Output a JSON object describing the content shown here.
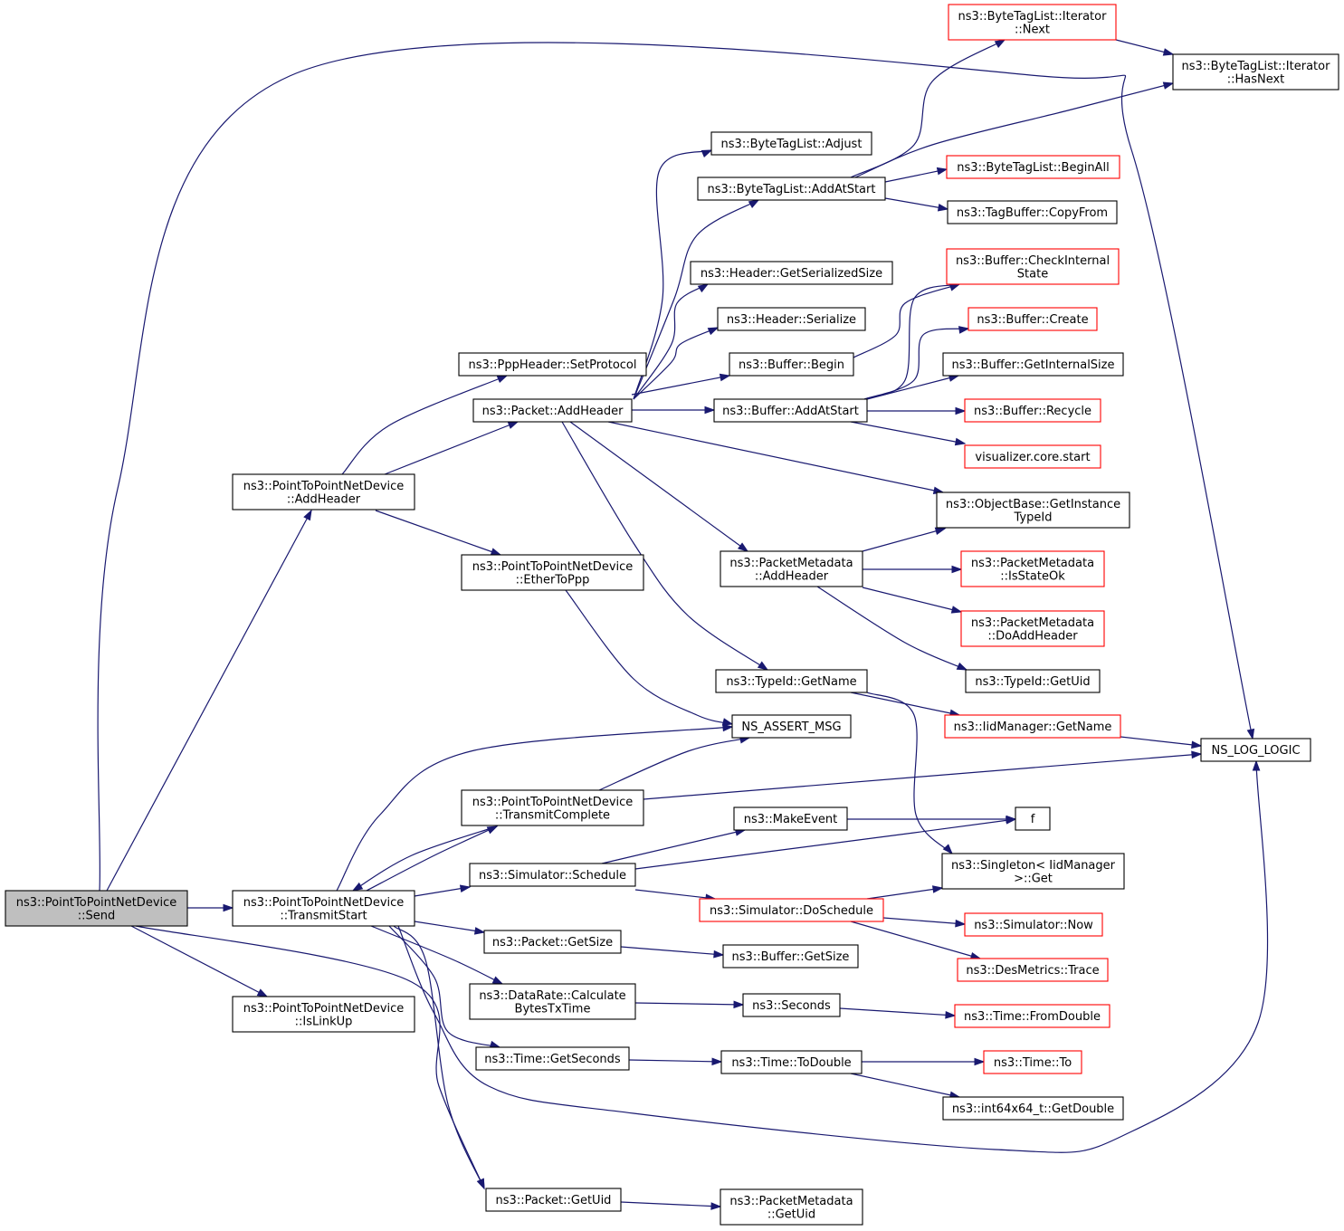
{
  "colors": {
    "edge": "#191970",
    "border_normal": "#000000",
    "border_truncated": "#ff0000",
    "root_fill": "#bfbfbf",
    "node_fill": "#ffffff"
  },
  "nodes": [
    {
      "id": "send",
      "lines": [
        "ns3::PointToPointNetDevice",
        "::Send"
      ],
      "style": "root"
    },
    {
      "id": "p2p_addheader",
      "lines": [
        "ns3::PointToPointNetDevice",
        "::AddHeader"
      ],
      "style": "normal"
    },
    {
      "id": "transmitstart",
      "lines": [
        "ns3::PointToPointNetDevice",
        "::TransmitStart"
      ],
      "style": "normal"
    },
    {
      "id": "islinkup",
      "lines": [
        "ns3::PointToPointNetDevice",
        "::IsLinkUp"
      ],
      "style": "normal"
    },
    {
      "id": "setprotocol",
      "lines": [
        "ns3::PppHeader::SetProtocol"
      ],
      "style": "normal"
    },
    {
      "id": "packet_addheader",
      "lines": [
        "ns3::Packet::AddHeader"
      ],
      "style": "normal"
    },
    {
      "id": "ethertoppp",
      "lines": [
        "ns3::PointToPointNetDevice",
        "::EtherToPpp"
      ],
      "style": "normal"
    },
    {
      "id": "transmitcomplete",
      "lines": [
        "ns3::PointToPointNetDevice",
        "::TransmitComplete"
      ],
      "style": "normal"
    },
    {
      "id": "sim_schedule",
      "lines": [
        "ns3::Simulator::Schedule"
      ],
      "style": "normal"
    },
    {
      "id": "packet_getsize",
      "lines": [
        "ns3::Packet::GetSize"
      ],
      "style": "normal"
    },
    {
      "id": "calcbytes",
      "lines": [
        "ns3::DataRate::Calculate",
        "BytesTxTime"
      ],
      "style": "normal"
    },
    {
      "id": "time_getseconds",
      "lines": [
        "ns3::Time::GetSeconds"
      ],
      "style": "normal"
    },
    {
      "id": "packet_getuid",
      "lines": [
        "ns3::Packet::GetUid"
      ],
      "style": "normal"
    },
    {
      "id": "btl_adjust",
      "lines": [
        "ns3::ByteTagList::Adjust"
      ],
      "style": "normal"
    },
    {
      "id": "btl_addatstart",
      "lines": [
        "ns3::ByteTagList::AddAtStart"
      ],
      "style": "normal"
    },
    {
      "id": "hdr_getserializedsize",
      "lines": [
        "ns3::Header::GetSerializedSize"
      ],
      "style": "normal"
    },
    {
      "id": "hdr_serialize",
      "lines": [
        "ns3::Header::Serialize"
      ],
      "style": "normal"
    },
    {
      "id": "buf_begin",
      "lines": [
        "ns3::Buffer::Begin"
      ],
      "style": "normal"
    },
    {
      "id": "buf_addatstart",
      "lines": [
        "ns3::Buffer::AddAtStart"
      ],
      "style": "normal"
    },
    {
      "id": "pm_addheader",
      "lines": [
        "ns3::PacketMetadata",
        "::AddHeader"
      ],
      "style": "normal"
    },
    {
      "id": "typeid_getname",
      "lines": [
        "ns3::TypeId::GetName"
      ],
      "style": "normal"
    },
    {
      "id": "ns_assert_msg",
      "lines": [
        "NS_ASSERT_MSG"
      ],
      "style": "normal"
    },
    {
      "id": "makeevent",
      "lines": [
        "ns3::MakeEvent"
      ],
      "style": "normal"
    },
    {
      "id": "sim_doschedule",
      "lines": [
        "ns3::Simulator::DoSchedule"
      ],
      "style": "truncated"
    },
    {
      "id": "buf_getsize",
      "lines": [
        "ns3::Buffer::GetSize"
      ],
      "style": "normal"
    },
    {
      "id": "seconds",
      "lines": [
        "ns3::Seconds"
      ],
      "style": "normal"
    },
    {
      "id": "time_todouble",
      "lines": [
        "ns3::Time::ToDouble"
      ],
      "style": "normal"
    },
    {
      "id": "pm_getuid",
      "lines": [
        "ns3::PacketMetadata",
        "::GetUid"
      ],
      "style": "normal"
    },
    {
      "id": "btl_it_next",
      "lines": [
        "ns3::ByteTagList::Iterator",
        "::Next"
      ],
      "style": "truncated"
    },
    {
      "id": "btl_it_hasnext",
      "lines": [
        "ns3::ByteTagList::Iterator",
        "::HasNext"
      ],
      "style": "normal"
    },
    {
      "id": "btl_beginall",
      "lines": [
        "ns3::ByteTagList::BeginAll"
      ],
      "style": "truncated"
    },
    {
      "id": "tagbuffer_copyfrom",
      "lines": [
        "ns3::TagBuffer::CopyFrom"
      ],
      "style": "normal"
    },
    {
      "id": "buf_checkinternal",
      "lines": [
        "ns3::Buffer::CheckInternal",
        "State"
      ],
      "style": "truncated"
    },
    {
      "id": "buf_create",
      "lines": [
        "ns3::Buffer::Create"
      ],
      "style": "truncated"
    },
    {
      "id": "buf_getinternalsize",
      "lines": [
        "ns3::Buffer::GetInternalSize"
      ],
      "style": "normal"
    },
    {
      "id": "buf_recycle",
      "lines": [
        "ns3::Buffer::Recycle"
      ],
      "style": "truncated"
    },
    {
      "id": "viz_start",
      "lines": [
        "visualizer.core.start"
      ],
      "style": "truncated"
    },
    {
      "id": "ob_getinstancetypeid",
      "lines": [
        "ns3::ObjectBase::GetInstance",
        "TypeId"
      ],
      "style": "normal"
    },
    {
      "id": "pm_isstateok",
      "lines": [
        "ns3::PacketMetadata",
        "::IsStateOk"
      ],
      "style": "truncated"
    },
    {
      "id": "pm_doaddheader",
      "lines": [
        "ns3::PacketMetadata",
        "::DoAddHeader"
      ],
      "style": "truncated"
    },
    {
      "id": "typeid_getuid",
      "lines": [
        "ns3::TypeId::GetUid"
      ],
      "style": "normal"
    },
    {
      "id": "iidmanager_getname",
      "lines": [
        "ns3::IidManager::GetName"
      ],
      "style": "truncated"
    },
    {
      "id": "ns_log_logic",
      "lines": [
        "NS_LOG_LOGIC"
      ],
      "style": "normal"
    },
    {
      "id": "f",
      "lines": [
        "f"
      ],
      "style": "normal"
    },
    {
      "id": "singleton_get",
      "lines": [
        "ns3::Singleton< IidManager",
        " >::Get"
      ],
      "style": "normal"
    },
    {
      "id": "sim_now",
      "lines": [
        "ns3::Simulator::Now"
      ],
      "style": "truncated"
    },
    {
      "id": "desmetrics_trace",
      "lines": [
        "ns3::DesMetrics::Trace"
      ],
      "style": "truncated"
    },
    {
      "id": "time_fromdouble",
      "lines": [
        "ns3::Time::FromDouble"
      ],
      "style": "truncated"
    },
    {
      "id": "time_to",
      "lines": [
        "ns3::Time::To"
      ],
      "style": "truncated"
    },
    {
      "id": "int64_getdouble",
      "lines": [
        "ns3::int64x64_t::GetDouble"
      ],
      "style": "normal"
    }
  ],
  "edges": [
    [
      "send",
      "p2p_addheader"
    ],
    [
      "send",
      "transmitstart"
    ],
    [
      "send",
      "islinkup"
    ],
    [
      "send",
      "ns_log_logic"
    ],
    [
      "send",
      "packet_getuid"
    ],
    [
      "p2p_addheader",
      "setprotocol"
    ],
    [
      "p2p_addheader",
      "packet_addheader"
    ],
    [
      "p2p_addheader",
      "ethertoppp"
    ],
    [
      "packet_addheader",
      "btl_adjust"
    ],
    [
      "packet_addheader",
      "btl_addatstart"
    ],
    [
      "packet_addheader",
      "hdr_getserializedsize"
    ],
    [
      "packet_addheader",
      "hdr_serialize"
    ],
    [
      "packet_addheader",
      "buf_begin"
    ],
    [
      "packet_addheader",
      "buf_addatstart"
    ],
    [
      "packet_addheader",
      "ob_getinstancetypeid"
    ],
    [
      "packet_addheader",
      "pm_addheader"
    ],
    [
      "packet_addheader",
      "typeid_getname"
    ],
    [
      "btl_addatstart",
      "btl_it_next"
    ],
    [
      "btl_addatstart",
      "btl_it_hasnext"
    ],
    [
      "btl_addatstart",
      "btl_beginall"
    ],
    [
      "btl_addatstart",
      "tagbuffer_copyfrom"
    ],
    [
      "btl_it_next",
      "btl_it_hasnext"
    ],
    [
      "buf_begin",
      "buf_checkinternal"
    ],
    [
      "buf_addatstart",
      "buf_checkinternal"
    ],
    [
      "buf_addatstart",
      "buf_create"
    ],
    [
      "buf_addatstart",
      "buf_getinternalsize"
    ],
    [
      "buf_addatstart",
      "buf_recycle"
    ],
    [
      "buf_addatstart",
      "viz_start"
    ],
    [
      "pm_addheader",
      "ob_getinstancetypeid"
    ],
    [
      "pm_addheader",
      "pm_isstateok"
    ],
    [
      "pm_addheader",
      "pm_doaddheader"
    ],
    [
      "pm_addheader",
      "typeid_getuid"
    ],
    [
      "typeid_getname",
      "iidmanager_getname"
    ],
    [
      "typeid_getname",
      "singleton_get"
    ],
    [
      "iidmanager_getname",
      "ns_log_logic"
    ],
    [
      "ethertoppp",
      "ns_assert_msg"
    ],
    [
      "transmitstart",
      "ns_assert_msg"
    ],
    [
      "transmitstart",
      "transmitcomplete"
    ],
    [
      "transmitstart",
      "sim_schedule"
    ],
    [
      "transmitstart",
      "packet_getsize"
    ],
    [
      "transmitstart",
      "calcbytes"
    ],
    [
      "transmitstart",
      "time_getseconds"
    ],
    [
      "transmitstart",
      "packet_getuid"
    ],
    [
      "transmitstart",
      "ns_log_logic"
    ],
    [
      "transmitcomplete",
      "ns_assert_msg"
    ],
    [
      "transmitcomplete",
      "ns_log_logic"
    ],
    [
      "transmitcomplete",
      "transmitstart"
    ],
    [
      "sim_schedule",
      "makeevent"
    ],
    [
      "sim_schedule",
      "f"
    ],
    [
      "sim_schedule",
      "sim_doschedule"
    ],
    [
      "makeevent",
      "f"
    ],
    [
      "sim_doschedule",
      "singleton_get"
    ],
    [
      "sim_doschedule",
      "sim_now"
    ],
    [
      "sim_doschedule",
      "desmetrics_trace"
    ],
    [
      "packet_getsize",
      "buf_getsize"
    ],
    [
      "calcbytes",
      "seconds"
    ],
    [
      "seconds",
      "time_fromdouble"
    ],
    [
      "time_getseconds",
      "time_todouble"
    ],
    [
      "time_todouble",
      "time_to"
    ],
    [
      "time_todouble",
      "int64_getdouble"
    ],
    [
      "packet_getuid",
      "pm_getuid"
    ]
  ]
}
